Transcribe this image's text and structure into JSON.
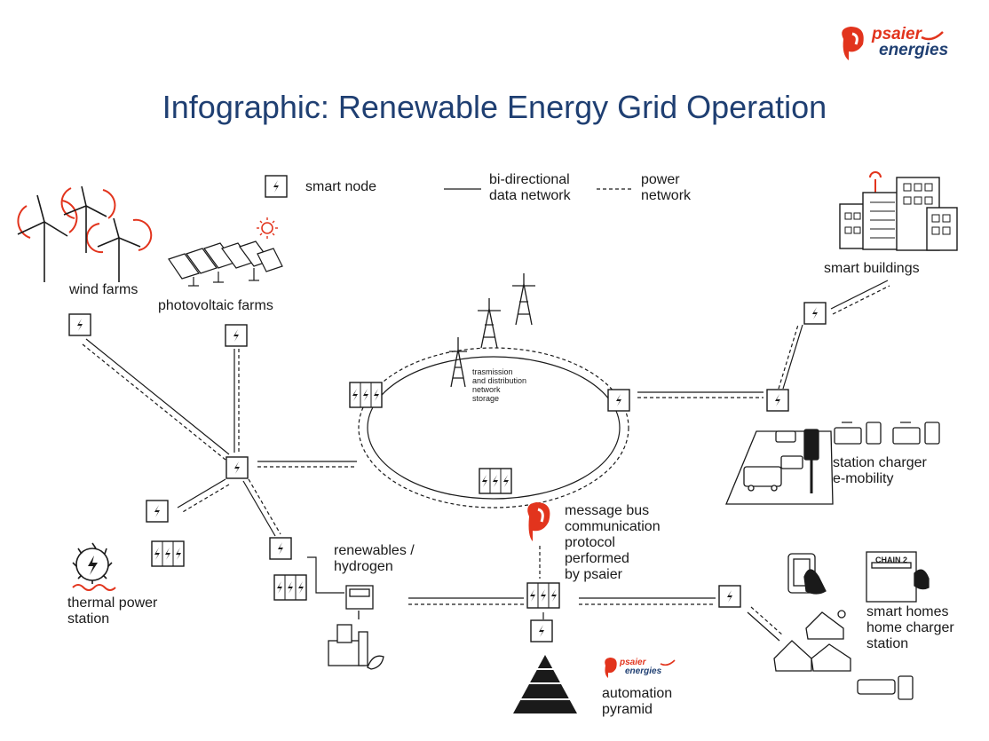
{
  "title": "Infographic: Renewable Energy Grid Operation",
  "logo": {
    "line1": "psaier",
    "line2": "energies"
  },
  "legend": {
    "smart_node": "smart node",
    "data_network": "bi-directional\ndata network",
    "power_network": "power\nnetwork"
  },
  "labels": {
    "wind_farms": "wind farms",
    "photovoltaic_farms": "photovoltaic farms",
    "smart_buildings": "smart buildings",
    "transmission": "trasmission\nand distribution\nnetwork\nstorage",
    "station_charger": "station charger\ne-mobility",
    "message_bus": "message bus\ncommunication\nprotocol\nperformed\nby psaier",
    "renewables_hydrogen": "renewables /\nhydrogen",
    "thermal_power_station": "thermal power\nstation",
    "smart_homes": "smart homes\nhome charger\nstation",
    "automation_pyramid": "automation\npyramid",
    "chain2": "CHAIN 2"
  },
  "colors": {
    "accent": "#e2341d",
    "brand_blue": "#1f3f72",
    "ink": "#1a1a1a"
  }
}
